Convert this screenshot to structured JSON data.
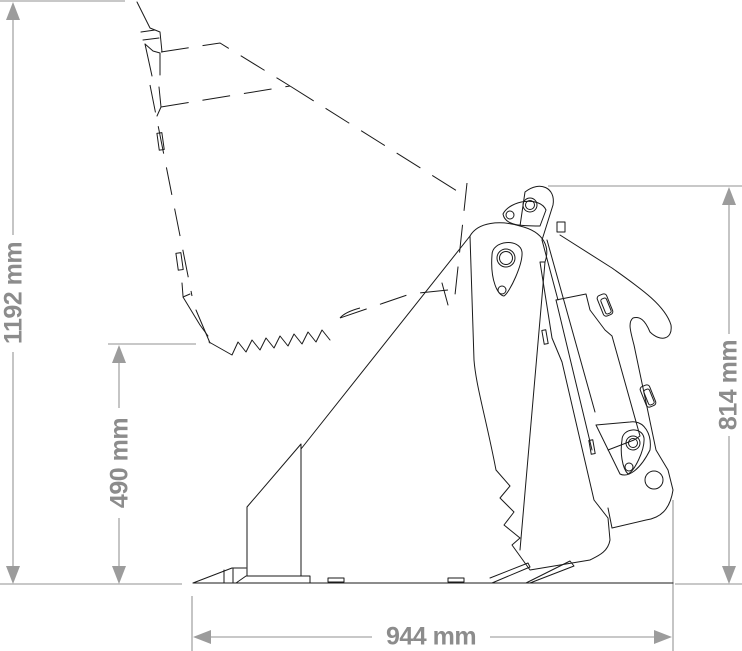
{
  "diagram": {
    "subject": "loader bucket side view with raised (dashed) position",
    "colors": {
      "line": "#1a1a1a",
      "dimension": "#a6a6a6",
      "dimension_text": "#8c8c8c",
      "background": "#ffffff"
    }
  },
  "dimensions": {
    "total_height": {
      "label": "1192 mm",
      "value": 1192,
      "unit": "mm",
      "orientation": "vertical"
    },
    "dump_height": {
      "label": "490 mm",
      "value": 490,
      "unit": "mm",
      "orientation": "vertical"
    },
    "back_height": {
      "label": "814 mm",
      "value": 814,
      "unit": "mm",
      "orientation": "vertical"
    },
    "length": {
      "label": "944 mm",
      "value": 944,
      "unit": "mm",
      "orientation": "horizontal"
    }
  }
}
